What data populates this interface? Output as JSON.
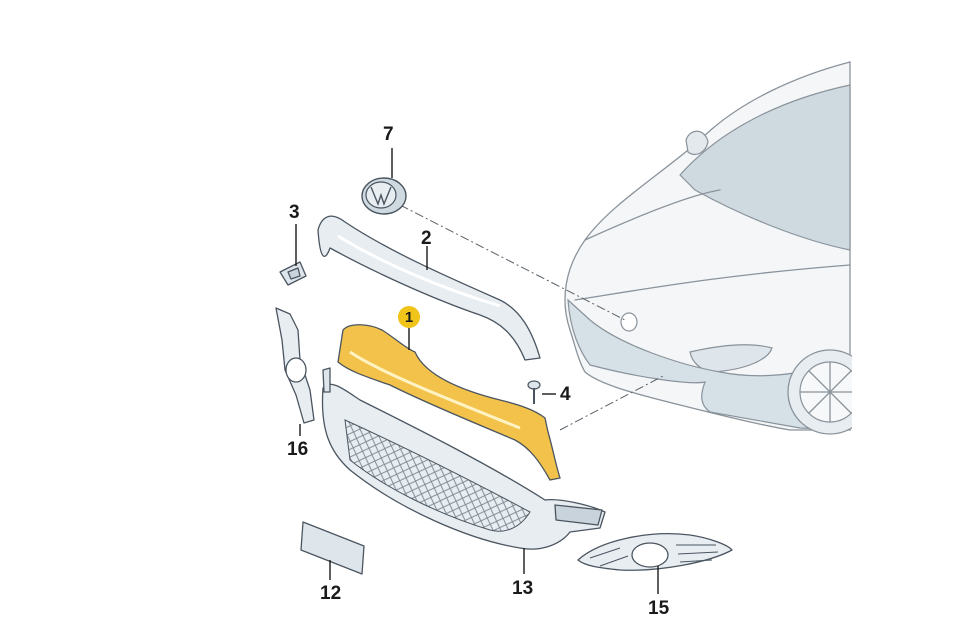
{
  "parts": [
    {
      "id": "p1",
      "number": "1",
      "highlighted": true
    },
    {
      "id": "p2",
      "number": "2"
    },
    {
      "id": "p3",
      "number": "3"
    },
    {
      "id": "p4",
      "number": "4"
    },
    {
      "id": "p7",
      "number": "7"
    },
    {
      "id": "p12",
      "number": "12"
    },
    {
      "id": "p13",
      "number": "13"
    },
    {
      "id": "p15",
      "number": "15"
    },
    {
      "id": "p16",
      "number": "16"
    }
  ],
  "colors": {
    "highlight_part": "#f2c24a",
    "highlight_badge": "#f0c419",
    "part_fill": "#e8edf1",
    "car_glass": "#cfd9e0"
  }
}
